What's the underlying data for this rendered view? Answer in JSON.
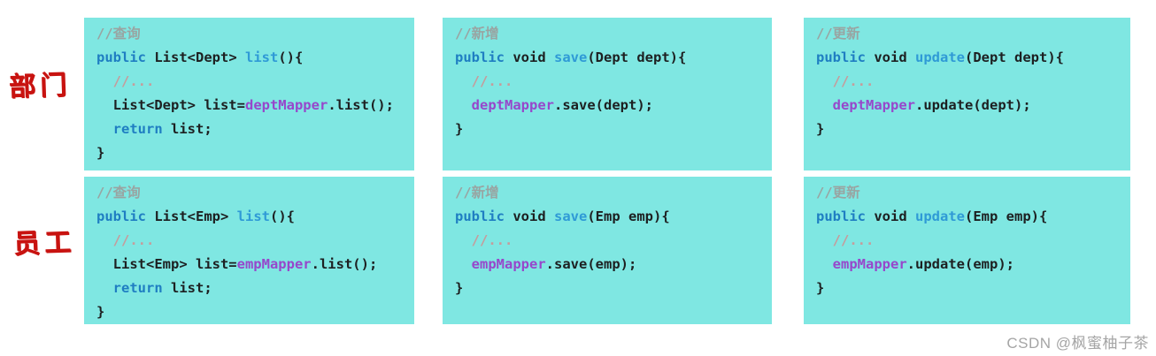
{
  "figure": {
    "rows": [
      {
        "label": "部门",
        "blocks": [
          {
            "name": "dept-list",
            "lines": [
              [
                {
                  "t": "ch",
                  "s": "//查询"
                }
              ],
              [
                {
                  "t": "k",
                  "s": "public "
                },
                {
                  "t": "p",
                  "s": "List<Dept> "
                },
                {
                  "t": "m",
                  "s": "list"
                },
                {
                  "t": "p",
                  "s": "(){"
                }
              ],
              [
                {
                  "t": "ci",
                  "s": "  //..."
                }
              ],
              [
                {
                  "t": "p",
                  "s": "  List<Dept> list="
                },
                {
                  "t": "f",
                  "s": "deptMapper"
                },
                {
                  "t": "p",
                  "s": ".list();"
                }
              ],
              [
                {
                  "t": "k",
                  "s": "  return "
                },
                {
                  "t": "p",
                  "s": "list;"
                }
              ],
              [
                {
                  "t": "p",
                  "s": "}"
                }
              ]
            ]
          },
          {
            "name": "dept-save",
            "lines": [
              [
                {
                  "t": "ch",
                  "s": "//新增"
                }
              ],
              [
                {
                  "t": "k",
                  "s": "public "
                },
                {
                  "t": "p",
                  "s": "void "
                },
                {
                  "t": "m",
                  "s": "save"
                },
                {
                  "t": "p",
                  "s": "(Dept dept){"
                }
              ],
              [
                {
                  "t": "ci",
                  "s": "  //..."
                }
              ],
              [
                {
                  "t": "p",
                  "s": "  "
                },
                {
                  "t": "f",
                  "s": "deptMapper"
                },
                {
                  "t": "p",
                  "s": ".save(dept);"
                }
              ],
              [
                {
                  "t": "p",
                  "s": "}"
                }
              ]
            ]
          },
          {
            "name": "dept-update",
            "lines": [
              [
                {
                  "t": "ch",
                  "s": "//更新"
                }
              ],
              [
                {
                  "t": "k",
                  "s": "public "
                },
                {
                  "t": "p",
                  "s": "void "
                },
                {
                  "t": "m",
                  "s": "update"
                },
                {
                  "t": "p",
                  "s": "(Dept dept){"
                }
              ],
              [
                {
                  "t": "ci",
                  "s": "  //..."
                }
              ],
              [
                {
                  "t": "p",
                  "s": "  "
                },
                {
                  "t": "f",
                  "s": "deptMapper"
                },
                {
                  "t": "p",
                  "s": ".update(dept);"
                }
              ],
              [
                {
                  "t": "p",
                  "s": "}"
                }
              ]
            ]
          }
        ]
      },
      {
        "label": "员工",
        "blocks": [
          {
            "name": "emp-list",
            "lines": [
              [
                {
                  "t": "ch",
                  "s": "//查询"
                }
              ],
              [
                {
                  "t": "k",
                  "s": "public "
                },
                {
                  "t": "p",
                  "s": "List<Emp> "
                },
                {
                  "t": "m",
                  "s": "list"
                },
                {
                  "t": "p",
                  "s": "(){"
                }
              ],
              [
                {
                  "t": "ci",
                  "s": "  //..."
                }
              ],
              [
                {
                  "t": "p",
                  "s": "  List<Emp> list="
                },
                {
                  "t": "f",
                  "s": "empMapper"
                },
                {
                  "t": "p",
                  "s": ".list();"
                }
              ],
              [
                {
                  "t": "k",
                  "s": "  return "
                },
                {
                  "t": "p",
                  "s": "list;"
                }
              ],
              [
                {
                  "t": "p",
                  "s": "}"
                }
              ]
            ]
          },
          {
            "name": "emp-save",
            "lines": [
              [
                {
                  "t": "ch",
                  "s": "//新增"
                }
              ],
              [
                {
                  "t": "k",
                  "s": "public "
                },
                {
                  "t": "p",
                  "s": "void "
                },
                {
                  "t": "m",
                  "s": "save"
                },
                {
                  "t": "p",
                  "s": "(Emp emp){"
                }
              ],
              [
                {
                  "t": "ci",
                  "s": "  //..."
                }
              ],
              [
                {
                  "t": "p",
                  "s": "  "
                },
                {
                  "t": "f",
                  "s": "empMapper"
                },
                {
                  "t": "p",
                  "s": ".save(emp);"
                }
              ],
              [
                {
                  "t": "p",
                  "s": "}"
                }
              ]
            ]
          },
          {
            "name": "emp-update",
            "lines": [
              [
                {
                  "t": "ch",
                  "s": "//更新"
                }
              ],
              [
                {
                  "t": "k",
                  "s": "public "
                },
                {
                  "t": "p",
                  "s": "void "
                },
                {
                  "t": "m",
                  "s": "update"
                },
                {
                  "t": "p",
                  "s": "(Emp emp){"
                }
              ],
              [
                {
                  "t": "ci",
                  "s": "  //..."
                }
              ],
              [
                {
                  "t": "p",
                  "s": "  "
                },
                {
                  "t": "f",
                  "s": "empMapper"
                },
                {
                  "t": "p",
                  "s": ".update(emp);"
                }
              ],
              [
                {
                  "t": "p",
                  "s": "}"
                }
              ]
            ]
          }
        ]
      }
    ],
    "watermark": "CSDN @枫蜜柚子茶",
    "colors": {
      "block_bg": "#7fe7e2",
      "keyword": "#1f7ec2",
      "method": "#2f9ad6",
      "field": "#9747cb",
      "plain": "#1d2021",
      "comment_header": "#99a4a2",
      "comment_inline": "#c59c9c",
      "row_label": "#c81310",
      "watermark": "#a5a5a5"
    }
  }
}
